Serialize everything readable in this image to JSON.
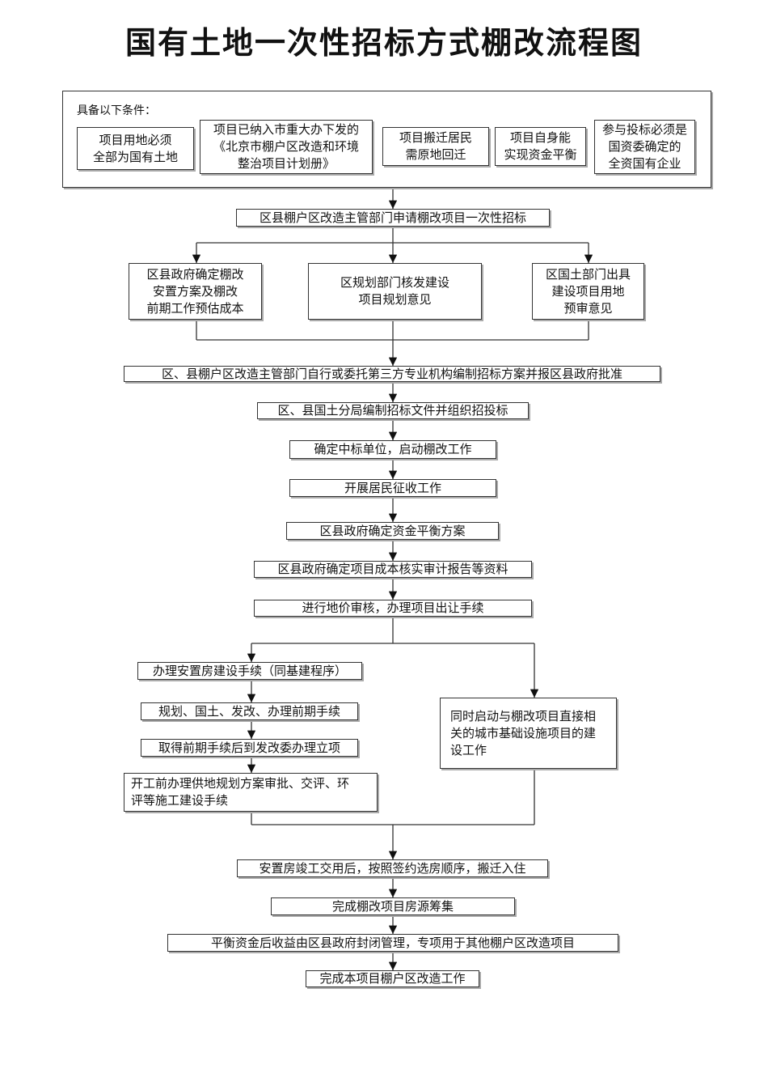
{
  "title": "国有土地一次性招标方式棚改流程图",
  "conditions": {
    "label": "具备以下条件：",
    "items": [
      "项目用地必须\n全部为国有土地",
      "项目已纳入市重大办下发的\n《北京市棚户区改造和环境\n整治项目计划册》",
      "项目搬迁居民\n需原地回迁",
      "项目自身能\n实现资金平衡",
      "参与投标必须是\n国资委确定的\n全资国有企业"
    ]
  },
  "steps": {
    "apply": "区县棚户区改造主管部门申请棚改项目一次性招标",
    "parallel": [
      "区县政府确定棚改\n安置方案及棚改\n前期工作预估成本",
      "区规划部门核发建设\n项目规划意见",
      "区国土部门出具\n建设项目用地\n预审意见"
    ],
    "compile_plan": "区、县棚户区改造主管部门自行或委托第三方专业机构编制招标方案并报区县政府批准",
    "bidding": "区、县国土分局编制招标文件并组织招投标",
    "winner": "确定中标单位，启动棚改工作",
    "acquisition": "开展居民征收工作",
    "balance_plan": "区县政府确定资金平衡方案",
    "audit": "区县政府确定项目成本核实审计报告等资料",
    "price_review": "进行地价审核，办理项目出让手续",
    "left_branch": [
      "办理安置房建设手续（同基建程序）",
      "规划、国土、发改、办理前期手续",
      "取得前期手续后到发改委办理立项",
      "开工前办理供地规划方案审批、交评、环\n评等施工建设手续"
    ],
    "right_branch": "同时启动与棚改项目直接相\n关的城市基础设施项目的建\n设工作",
    "move_in": "安置房竣工交用后，按照签约选房顺序，搬迁入住",
    "housing": "完成棚改项目房源筹集",
    "revenue": "平衡资金后收益由区县政府封闭管理，专项用于其他棚户区改造项目",
    "complete": "完成本项目棚户区改造工作"
  }
}
